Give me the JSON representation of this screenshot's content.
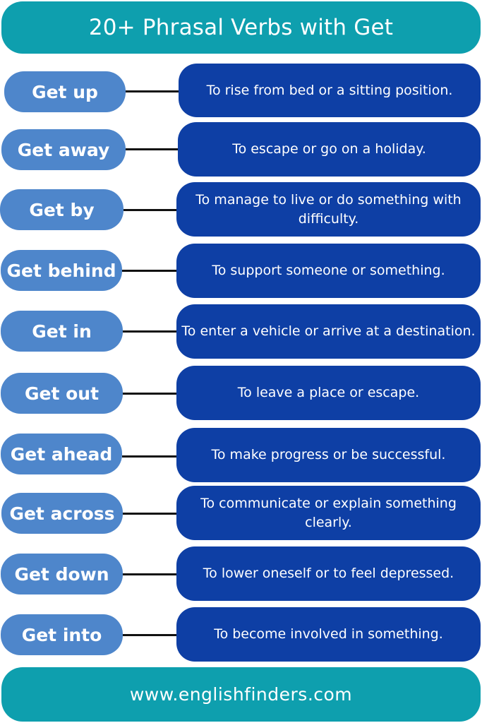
{
  "header": {
    "title": "20+ Phrasal Verbs with Get"
  },
  "items": [
    {
      "verb": "Get up",
      "definition": "To rise from bed or a sitting position."
    },
    {
      "verb": "Get away",
      "definition": "To escape or go on a holiday."
    },
    {
      "verb": "Get by",
      "definition": "To manage to live or do something with difficulty."
    },
    {
      "verb": "Get behind",
      "definition": "To support someone or something."
    },
    {
      "verb": "Get in",
      "definition": "To enter a vehicle or arrive at a destination."
    },
    {
      "verb": "Get out",
      "definition": "To leave a place or escape."
    },
    {
      "verb": "Get ahead",
      "definition": "To make progress or be successful."
    },
    {
      "verb": "Get across",
      "definition": "To communicate or explain something clearly."
    },
    {
      "verb": "Get down",
      "definition": "To lower oneself or to feel depressed."
    },
    {
      "verb": "Get into",
      "definition": "To become involved in something."
    }
  ],
  "footer": {
    "website": "www.englishfinders.com"
  },
  "colors": {
    "header_bg": "#0e9fae",
    "verb_pill_bg": "#4e86cb",
    "definition_bg": "#0e3fa5",
    "connector": "#111111",
    "text": "#ffffff"
  }
}
